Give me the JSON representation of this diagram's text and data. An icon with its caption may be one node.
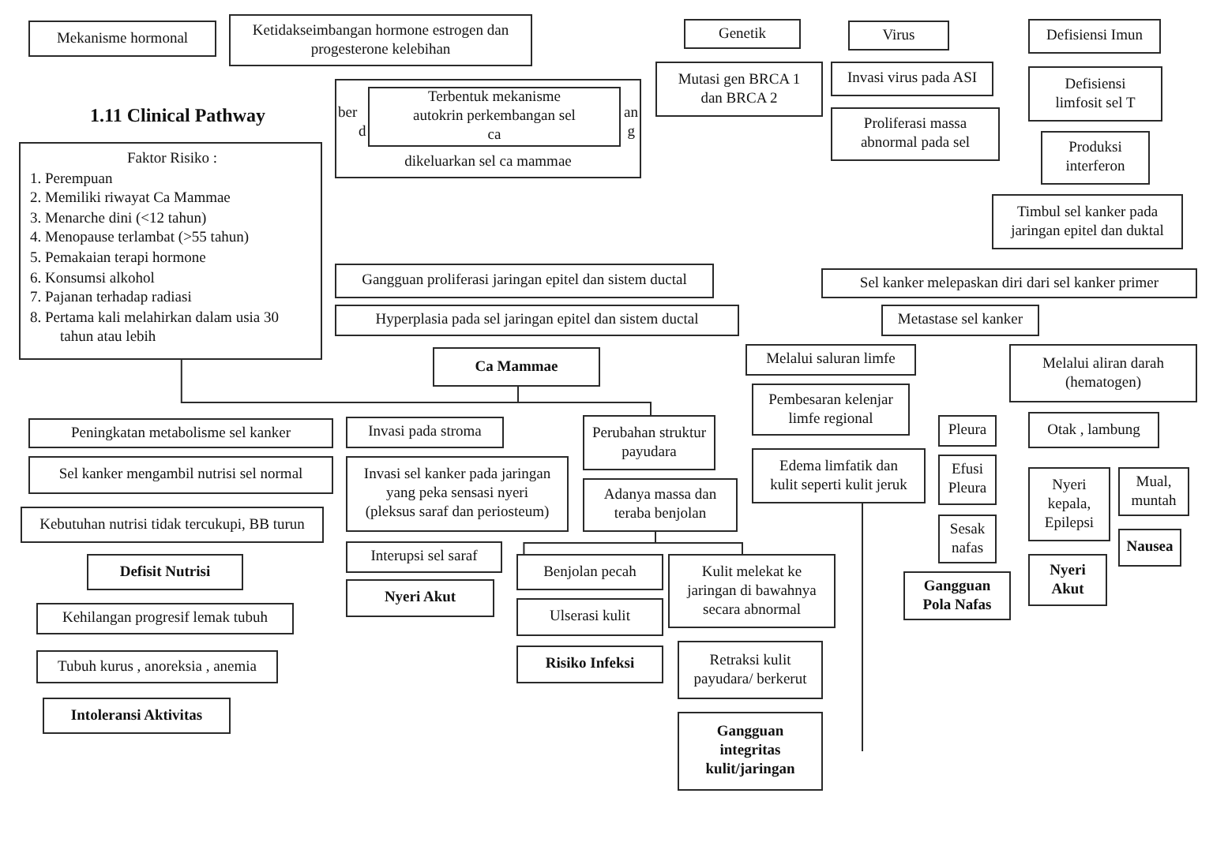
{
  "diagram": {
    "title": "1.11 Clinical Pathway",
    "nodes": [
      {
        "text": [
          "Mekanisme hormonal"
        ]
      },
      {
        "text": [
          "Ketidakseimbangan hormone estrogen dan progesterone kelebihan"
        ]
      },
      {
        "text": [
          "Genetik"
        ]
      },
      {
        "text": [
          "Virus"
        ]
      },
      {
        "text": [
          "Defisiensi Imun"
        ]
      },
      {
        "text": [
          "Mutasi gen BRCA 1 dan BRCA 2"
        ]
      },
      {
        "text": [
          "Invasi virus pada ASI"
        ]
      },
      {
        "text": [
          "Defisiensi limfosit sel T"
        ]
      },
      {
        "text": [
          "ber",
          "an",
          "d",
          "g",
          "dikeluarkan sel ca mammae"
        ]
      },
      {
        "text": [
          "Terbentuk mekanisme autokrin perkembangan sel ca"
        ],
        "in": 8
      },
      {
        "text": [
          "Proliferasi massa abnormal pada sel"
        ]
      },
      {
        "text": [
          "Produksi interferon"
        ]
      },
      {
        "text": [
          "Faktor Risiko :",
          "1. Perempuan",
          "2. Memiliki riwayat Ca Mammae",
          "3. Menarche dini (<12 tahun)",
          "4. Menopause terlambat (>55 tahun)",
          "5. Pemakaian terapi hormone",
          "6. Konsumsi alkohol",
          "7. Pajanan terhadap radiasi",
          "8. Pertama kali melahirkan dalam usia 30 tahun atau lebih"
        ]
      },
      {
        "text": [
          "Timbul sel kanker pada jaringan epitel dan duktal"
        ]
      },
      {
        "text": [
          "Gangguan proliferasi jaringan epitel dan sistem ductal"
        ]
      },
      {
        "text": [
          "Sel kanker melepaskan diri dari sel kanker primer"
        ]
      },
      {
        "text": [
          "Hyperplasia pada sel jaringan epitel dan sistem ductal"
        ]
      },
      {
        "text": [
          "Metastase sel kanker"
        ]
      },
      {
        "text": [
          "Ca Mammae"
        ]
      },
      {
        "text": [
          "Melalui saluran limfe"
        ]
      },
      {
        "text": [
          "Melalui aliran darah (hematogen)"
        ]
      },
      {
        "text": [
          "Pembesaran kelenjar limfe regional"
        ]
      },
      {
        "text": [
          "Peningkatan metabolisme sel kanker"
        ]
      },
      {
        "text": [
          "Invasi pada stroma"
        ]
      },
      {
        "text": [
          "Perubahan struktur payudara"
        ]
      },
      {
        "text": [
          "Otak , lambung"
        ]
      },
      {
        "text": [
          "Pleura"
        ]
      },
      {
        "text": [
          "Edema limfatik dan kulit seperti kulit jeruk"
        ]
      },
      {
        "text": [
          "Sel kanker mengambil nutrisi sel normal"
        ]
      },
      {
        "text": [
          "Invasi sel kanker pada jaringan yang peka sensasi nyeri (pleksus saraf dan periosteum)"
        ]
      },
      {
        "text": [
          "Adanya massa dan teraba benjolan"
        ]
      },
      {
        "text": [
          "Efusi Pleura"
        ]
      },
      {
        "text": [
          "Nyeri kepala, Epilepsi"
        ]
      },
      {
        "text": [
          "Mual, muntah"
        ]
      },
      {
        "text": [
          "Kebutuhan nutrisi tidak tercukupi, BB turun"
        ]
      },
      {
        "text": [
          "Sesak nafas"
        ]
      },
      {
        "text": [
          "Nausea"
        ]
      },
      {
        "text": [
          "Interupsi sel saraf"
        ]
      },
      {
        "text": [
          "Defisit Nutrisi"
        ]
      },
      {
        "text": [
          "Benjolan pecah"
        ]
      },
      {
        "text": [
          "Kulit melekat ke jaringan di bawahnya secara abnormal"
        ]
      },
      {
        "text": [
          "Nyeri Akut"
        ]
      },
      {
        "text": [
          "Gangguan Pola Nafas"
        ]
      },
      {
        "text": [
          "Nyeri Akut"
        ]
      },
      {
        "text": [
          "Ulserasi kulit"
        ]
      },
      {
        "text": [
          "Kehilangan progresif lemak tubuh"
        ]
      },
      {
        "text": [
          "Retraksi kulit payudara/ berkerut"
        ]
      },
      {
        "text": [
          "Risiko Infeksi"
        ]
      },
      {
        "text": [
          "Tubuh kurus , anoreksia , anemia"
        ]
      },
      {
        "text": [
          "Intoleransi Aktivitas"
        ]
      },
      {
        "text": [
          "Gangguan integritas kulit/jaringan"
        ]
      }
    ],
    "edges": [
      {
        "from": 12,
        "to": 18,
        "arrow": "none"
      },
      {
        "from": 18,
        "to": 24,
        "arrow": "none"
      },
      {
        "from": 30,
        "to": 39,
        "arrow": "none"
      },
      {
        "from": 30,
        "to": 40,
        "arrow": "none"
      },
      {
        "from": 27,
        "to": null,
        "arrow": "none"
      }
    ]
  }
}
